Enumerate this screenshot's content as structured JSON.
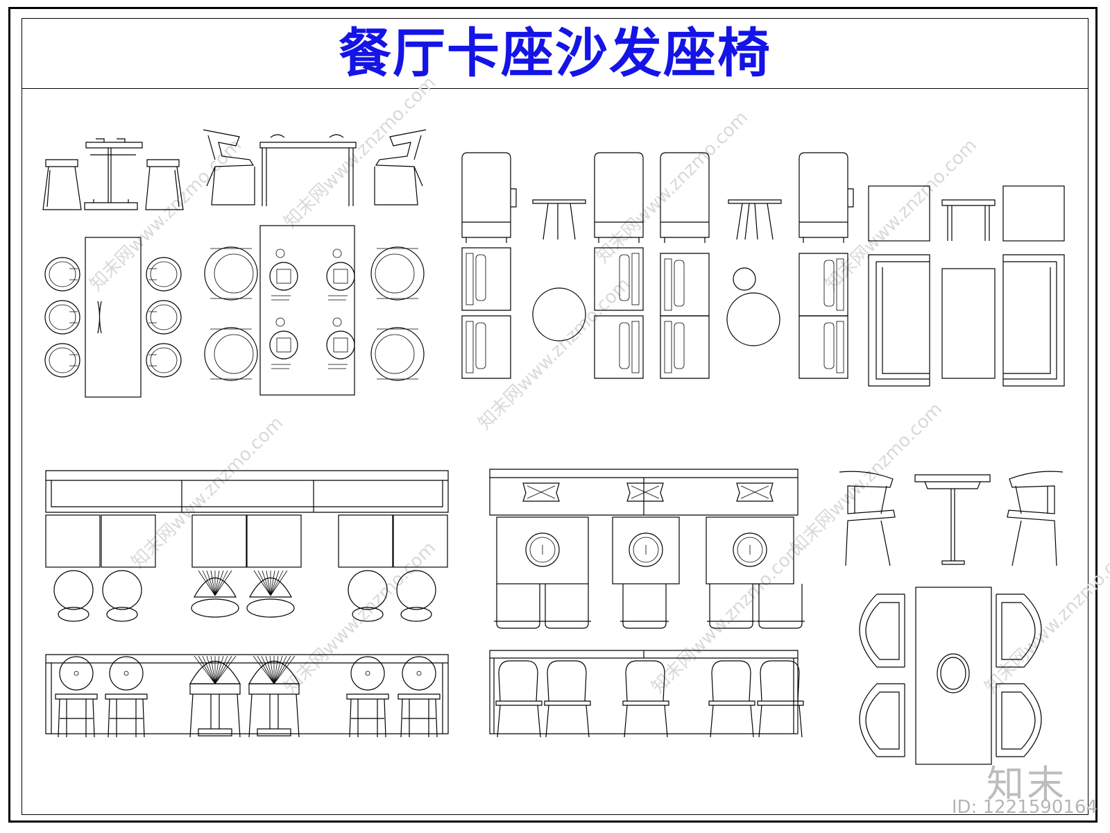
{
  "title": "餐厅卡座沙发座椅",
  "watermark": {
    "text": "知末网www.znzmo.com",
    "logo": "知末",
    "id_label": "ID: 1221590164"
  },
  "colors": {
    "title": "#1414e6",
    "line": "#000000",
    "watermark": "#d9d9d9"
  },
  "groups": [
    {
      "name": "bar-stool-set"
    },
    {
      "name": "hotpot-table-set"
    },
    {
      "name": "booth-sofa-row"
    },
    {
      "name": "long-booth-with-stools"
    },
    {
      "name": "hotpot-booth-row"
    },
    {
      "name": "dining-chair-set"
    }
  ]
}
